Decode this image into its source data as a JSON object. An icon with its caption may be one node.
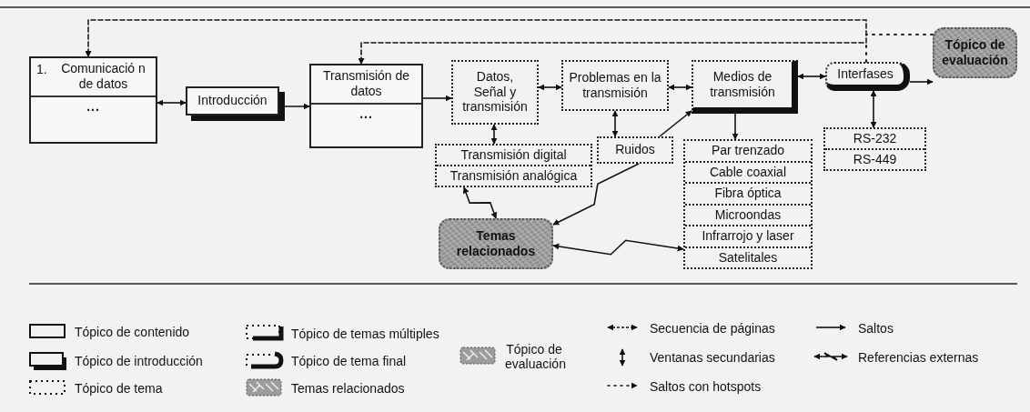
{
  "diagram": {
    "nodes": [
      {
        "text": [
          "1.",
          "Comunicació n de datos",
          "..."
        ]
      },
      {
        "text": [
          "Introducción"
        ]
      },
      {
        "text": [
          "Transmisión de datos",
          "..."
        ]
      },
      {
        "text": [
          "Datos, Señal y transmisión"
        ]
      },
      {
        "text": [
          "Problemas en la transmisión"
        ]
      },
      {
        "text": [
          "Medios de transmisión"
        ]
      },
      {
        "text": [
          "Interfases"
        ]
      },
      {
        "text": [
          "Tópico de evaluación"
        ]
      },
      {
        "text": [
          "Transmisión digital",
          "Transmisión analógica"
        ]
      },
      {
        "text": [
          "Ruidos"
        ]
      },
      {
        "text": [
          "Par trenzado",
          "Cable coaxial",
          "Fibra óptica",
          "Microondas",
          "Infrarrojo y laser",
          "Satelitales"
        ]
      },
      {
        "text": [
          "RS-232",
          "RS-449"
        ]
      },
      {
        "text": [
          "Temas relacionados"
        ]
      }
    ],
    "edges": [
      {
        "from": 0,
        "to": 1,
        "arrow": "both"
      },
      {
        "from": 1,
        "to": 2,
        "arrow": "to"
      },
      {
        "from": 2,
        "to": 3,
        "arrow": "to"
      },
      {
        "from": 3,
        "to": 4,
        "arrow": "both"
      },
      {
        "from": 4,
        "to": 5,
        "arrow": "both"
      },
      {
        "from": 5,
        "to": 6,
        "arrow": "both"
      },
      {
        "from": 6,
        "to": 7,
        "arrow": "to"
      },
      {
        "from": 3,
        "to": 8,
        "arrow": "both"
      },
      {
        "from": 4,
        "to": 9,
        "arrow": "both"
      },
      {
        "from": 5,
        "to": 10,
        "arrow": "to"
      },
      {
        "from": 6,
        "to": 11,
        "arrow": "both"
      },
      {
        "from": 9,
        "to": 5,
        "arrow": "to"
      },
      {
        "from": 9,
        "to": 12,
        "arrow": "to"
      },
      {
        "from": 8,
        "to": 12,
        "arrow": "both"
      },
      {
        "from": 12,
        "to": 10,
        "arrow": "both"
      },
      {
        "from": 7,
        "to": 0,
        "arrow": "to",
        "style": "dashed"
      },
      {
        "from": 7,
        "to": 2,
        "arrow": "to",
        "style": "dashed"
      },
      {
        "from": 6,
        "to": 0,
        "arrow": "to",
        "style": "dashed"
      },
      {
        "from": 6,
        "to": 2,
        "arrow": "to",
        "style": "dashed"
      }
    ],
    "legend": [
      {
        "text": "Tópico de contenido"
      },
      {
        "text": "Tópico de introducción"
      },
      {
        "text": "Tópico de tema"
      },
      {
        "text": "Tópico de temas múltiples"
      },
      {
        "text": "Tópico de tema final"
      },
      {
        "text": "Temas relacionados"
      },
      {
        "text": "Tópico de evaluación"
      },
      {
        "text": "Secuencia de páginas"
      },
      {
        "text": "Ventanas secundarias"
      },
      {
        "text": "Saltos con hotspots"
      },
      {
        "text": "Saltos"
      },
      {
        "text": "Referencias externas"
      }
    ]
  }
}
